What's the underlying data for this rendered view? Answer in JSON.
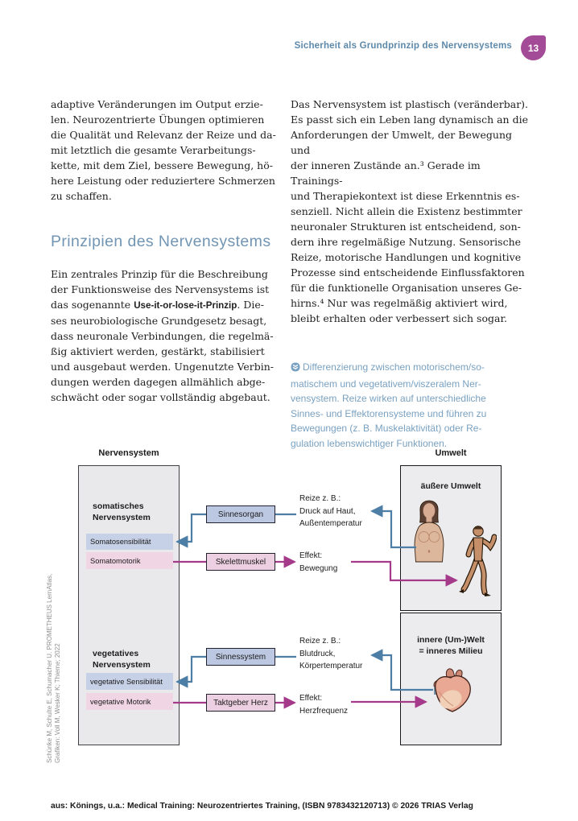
{
  "header": {
    "title": "Sicherheit als Grundprinzip des Nervensystems",
    "page_number": "13"
  },
  "left_column": {
    "paragraph_1": "adaptive Veränderungen im Output erzie-\nlen. Neurozentrierte Übungen optimieren\ndie Qualität und Relevanz der Reize und da-\nmit letztlich die gesamte Verarbeitungs-\nkette, mit dem Ziel, bessere Bewegung, hö-\nhere Leistung oder reduziertere Schmerzen\nzu schaffen.",
    "section_heading": "Prinzipien des Nervensystems",
    "paragraph_2": {
      "before": "Ein zentrales Prinzip für die Beschreibung\nder Funktionsweise des Nervensystems ist\ndas sogenannte ",
      "emphasis": "Use-it-or-lose-it-Prinzip",
      "after": ". Die-\nses neurobiologische Grundgesetz besagt,\ndass neuronale Verbindungen, die regelmä-\nßig aktiviert werden, gestärkt, stabilisiert\nund ausgebaut werden. Ungenutzte Verbin-\ndungen werden dagegen allmählich abge-\nschwächt oder sogar vollständig abgebaut."
    }
  },
  "right_column": {
    "paragraph_1": "Das Nervensystem ist plastisch (veränderbar).\nEs passt sich ein Leben lang dynamisch an die\nAnforderungen der Umwelt, der Bewegung und\nder inneren Zustände an.³ Gerade im Trainings-\nund Therapiekontext ist diese Erkenntnis es-\nsenziell. Nicht allein die Existenz bestimmter\nneuronaler Strukturen ist entscheidend, son-\ndern ihre regelmäßige Nutzung. Sensorische\nReize, motorische Handlungen und kognitive\nProzesse sind entscheidende Einflussfaktoren\nfür die funktionelle Organisation unseres Ge-\nhirns.⁴ Nur was regelmäßig aktiviert wird,\nbleibt erhalten oder verbessert sich sogar.",
    "caption": {
      "icon": "double-chevron-down-badge",
      "text": "Differenzierung zwischen motorischem/so-\nmatischem und vegetativem/viszeralem Ner-\nvensystem. Reize wirken auf unterschiedliche\nSinnes- und Effektorensysteme und führen zu\nBewegungen (z. B. Muskelaktivität) oder Re-\ngulation lebenswichtiger Funktionen."
    }
  },
  "figure": {
    "column_labels": {
      "left": "Nervensystem",
      "right": "Umwelt"
    },
    "somatic": {
      "group_label": "somatisches\nNervensystem",
      "sensory_bar": "Somatosensibilität",
      "motor_bar": "Somatomotorik",
      "sensor_node": "Sinnesorgan",
      "effector_node": "Skelettmuskel",
      "stimuli_note": "Reize z. B.:\nDruck auf Haut,\nAußentemperatur",
      "effect_note": "Effekt:\nBewegung"
    },
    "vegetative": {
      "group_label": "vegetatives\nNervensystem",
      "sensory_bar": "vegetative Sensibilität",
      "motor_bar": "vegetative Motorik",
      "sensor_node": "Sinnessystem",
      "effector_node": "Taktgeber Herz",
      "stimuli_note": "Reize z. B.:\nBlutdruck,\nKörpertemperatur",
      "effect_note": "Effekt:\nHerzfrequenz"
    },
    "environment": {
      "outer_label": "äußere Umwelt",
      "inner_label": "innere (Um-)Welt\n= inneres Milieu"
    },
    "source_credit": "Schünke M, Schulte E, Schumacher U. PROMETHEUS LernAtlas,\nGrafiken: Voll M, Wesker K; Thieme; 2022"
  },
  "footer": {
    "text": "aus: Könings, u.a.: Medical Training: Neurozentriertes Training, (ISBN 9783432120713) © 2026 TRIAS Verlag"
  },
  "colors": {
    "header_blue": "#5d89ab",
    "heading_blue": "#7295b3",
    "caption_blue": "#79a1c1",
    "badge_purple": "#a34b97",
    "arrow_blue": "#4d7ea6",
    "arrow_magenta": "#a63a8a",
    "bar_blue_fill": "#c6d0e6",
    "bar_pink_fill": "#f0d5e5",
    "node_blue_fill": "#bcc8e2",
    "node_pink_fill": "#eccfe0",
    "panel_gray_fill": "#e9e9eb"
  }
}
